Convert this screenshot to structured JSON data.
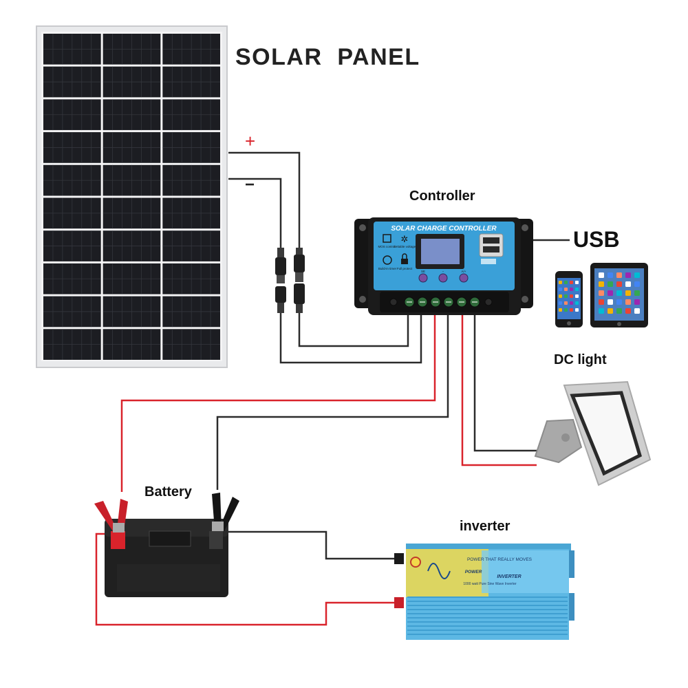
{
  "labels": {
    "solar_panel": "SOLAR  PANEL",
    "plus": "+",
    "minus": "−",
    "controller": "Controller",
    "usb": "USB",
    "dc_light": "DC light",
    "battery": "Battery",
    "inverter": "inverter"
  },
  "controller_face": {
    "title": "SOLAR CHARGE CONTROLLER",
    "mode_label": "MOS control",
    "voltage_label": "Settable voltage",
    "timer_label": "Build-in timer",
    "protect_label": "Full protect",
    "btn_1": "SE",
    "btn_2": "−",
    "btn_3": "A/+"
  },
  "inverter_face": {
    "slogan": "POWER THAT REALLY MOVES",
    "brand": "POWER",
    "model": "INVERTER",
    "spec": "1000 watt Pure Sine Wave Inverter"
  },
  "colors": {
    "wire_black": "#2b2b2b",
    "wire_red": "#d9232b",
    "plus_red": "#d9232b",
    "controller_blue": "#3aa0d8",
    "inverter_blue": "#5db8e4",
    "inverter_yellow": "#f2d94a",
    "panel_cell": "#1c1d22"
  }
}
